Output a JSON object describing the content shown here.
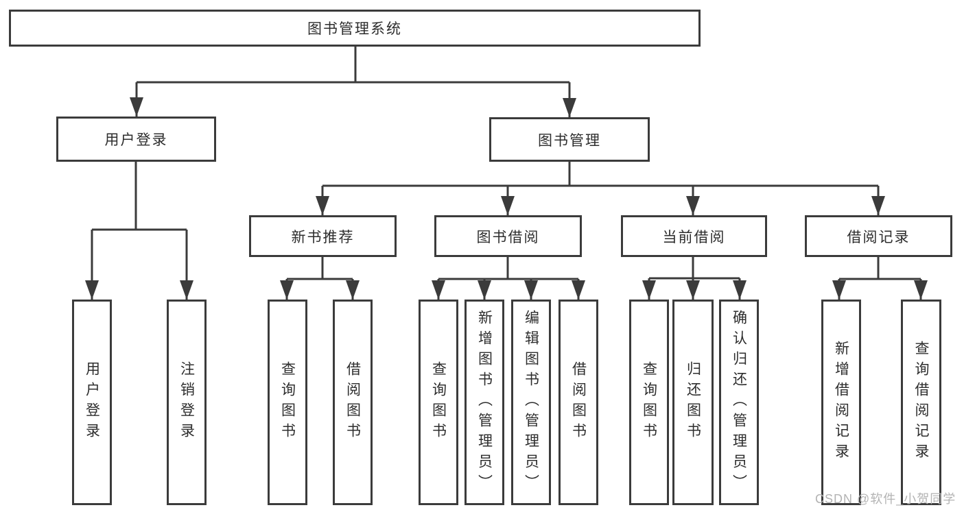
{
  "colors": {
    "line": "#3b3b3b",
    "text": "#2d2d2d",
    "box_fill": "#ffffff",
    "watermark": "#b3b3b3",
    "bg": "#ffffff"
  },
  "watermark": "CSDN @软件_小贺同学",
  "tree": {
    "root": {
      "label": "图书管理系统"
    },
    "branches": [
      {
        "label": "用户登录",
        "children": [
          {
            "label": "用户登录"
          },
          {
            "label": "注销登录"
          }
        ]
      },
      {
        "label": "图书管理",
        "children": [
          {
            "label": "新书推荐",
            "children": [
              {
                "label": "查询图书"
              },
              {
                "label": "借阅图书"
              }
            ]
          },
          {
            "label": "图书借阅",
            "children": [
              {
                "label": "查询图书"
              },
              {
                "label": "新增图书（管理员）"
              },
              {
                "label": "编辑图书（管理员）"
              },
              {
                "label": "借阅图书"
              }
            ]
          },
          {
            "label": "当前借阅",
            "children": [
              {
                "label": "查询图书"
              },
              {
                "label": "归还图书"
              },
              {
                "label": "确认归还（管理员）"
              }
            ]
          },
          {
            "label": "借阅记录",
            "children": [
              {
                "label": "新增借阅记录"
              },
              {
                "label": "查询借阅记录"
              }
            ]
          }
        ]
      }
    ]
  }
}
